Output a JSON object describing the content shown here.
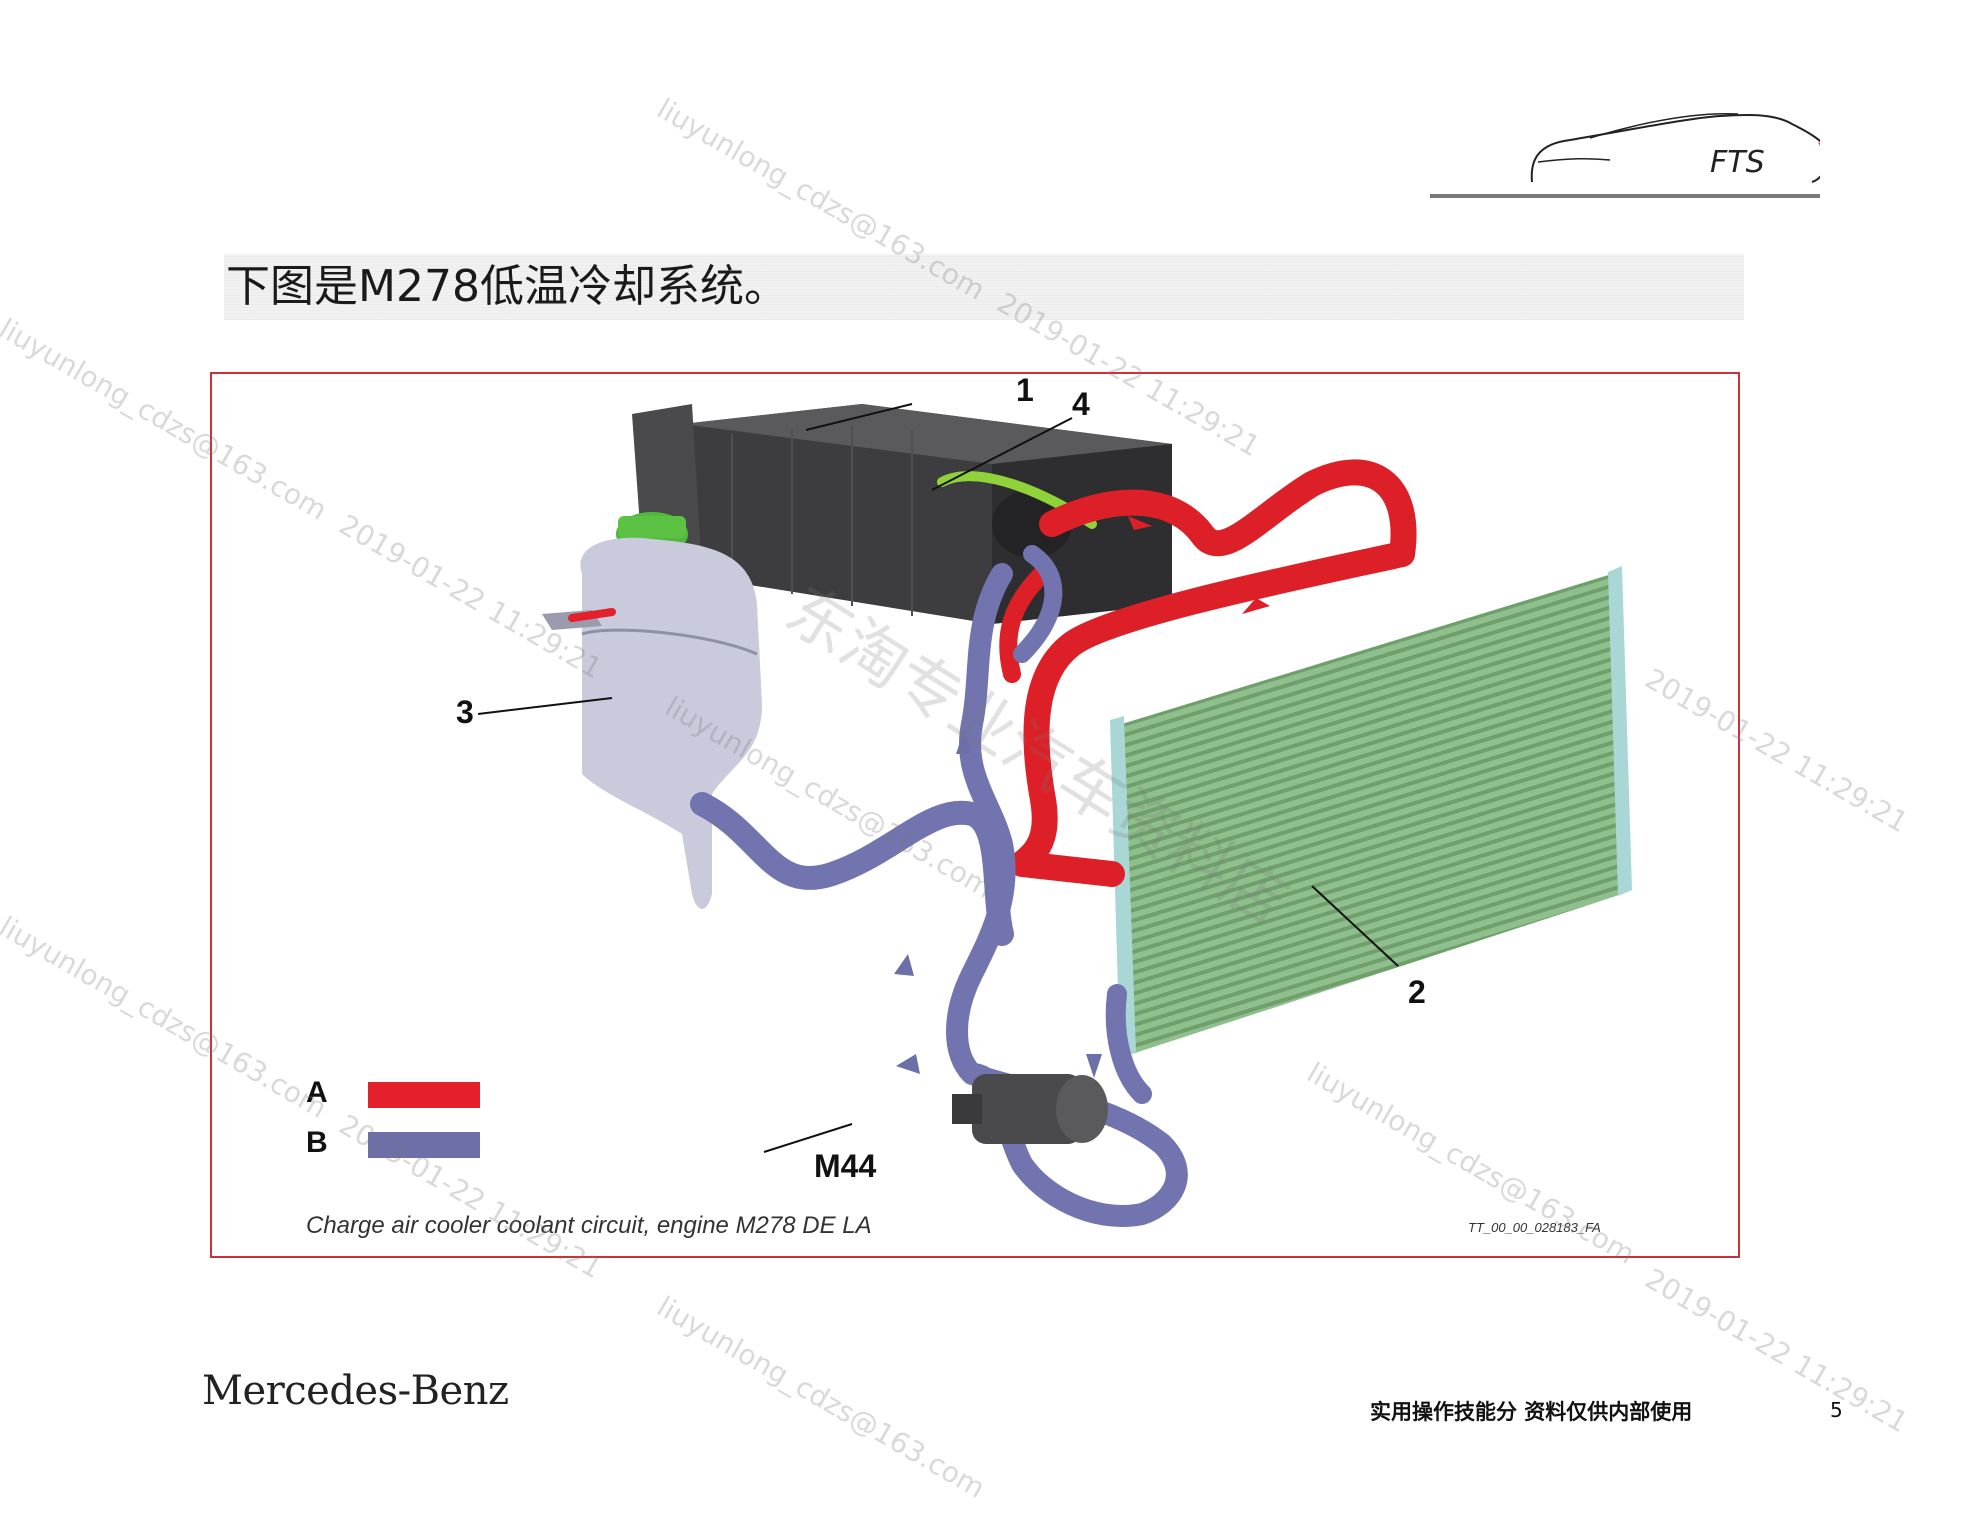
{
  "logo": {
    "text": "FTS"
  },
  "title": "下图是M278低温冷却系统。",
  "figure": {
    "callouts": {
      "c1": "1",
      "c2": "2",
      "c3": "3",
      "c4": "4",
      "m44": "M44"
    },
    "legend": [
      {
        "label": "A",
        "color": "#e3202b"
      },
      {
        "label": "B",
        "color": "#6d6fa8"
      }
    ],
    "caption": "Charge air cooler coolant circuit, engine M278 DE LA",
    "figure_id": "TT_00_00_028183_FA",
    "colors": {
      "hot_line": "#dd1f27",
      "cold_line": "#7274b0",
      "radiator": "#8fbf8c",
      "tank": "#c9cbdc"
    }
  },
  "footer": {
    "brand": "Mercedes-Benz",
    "note": "实用操作技能分 资料仅供内部使用",
    "page_number": "5"
  },
  "watermarks": {
    "email": "liuyunlong_cdzs@163.com",
    "timestamp": "2019-01-22 11:29:21",
    "store": "东淘专业汽车资料店"
  }
}
